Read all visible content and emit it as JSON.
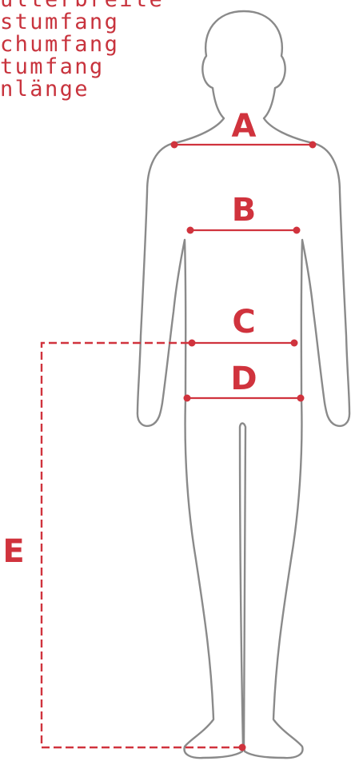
{
  "legend": {
    "items": [
      "ulterbreite",
      "stumfang",
      "chumfang",
      "tumfang",
      "nlänge"
    ]
  },
  "markers": {
    "a": "A",
    "b": "B",
    "c": "C",
    "d": "D",
    "e": "E"
  },
  "colors": {
    "accent": "#d0333d",
    "outline": "#8a8a8a",
    "background": "#ffffff"
  }
}
